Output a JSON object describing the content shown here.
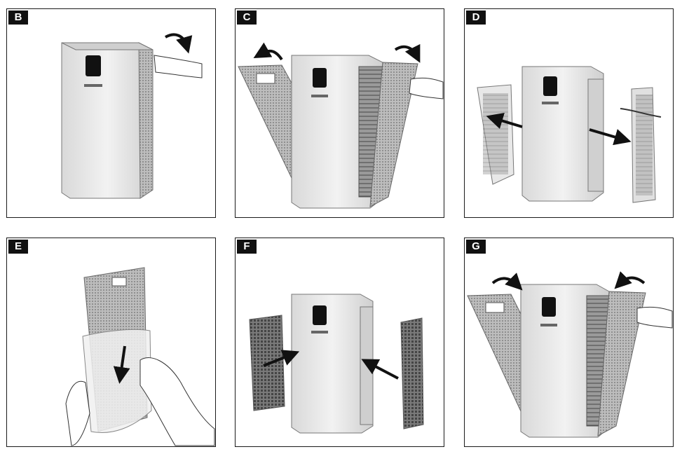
{
  "panels": [
    {
      "id": "b",
      "label": "B"
    },
    {
      "id": "c",
      "label": "C"
    },
    {
      "id": "d",
      "label": "D"
    },
    {
      "id": "e",
      "label": "E"
    },
    {
      "id": "f",
      "label": "F"
    },
    {
      "id": "g",
      "label": "G"
    }
  ]
}
